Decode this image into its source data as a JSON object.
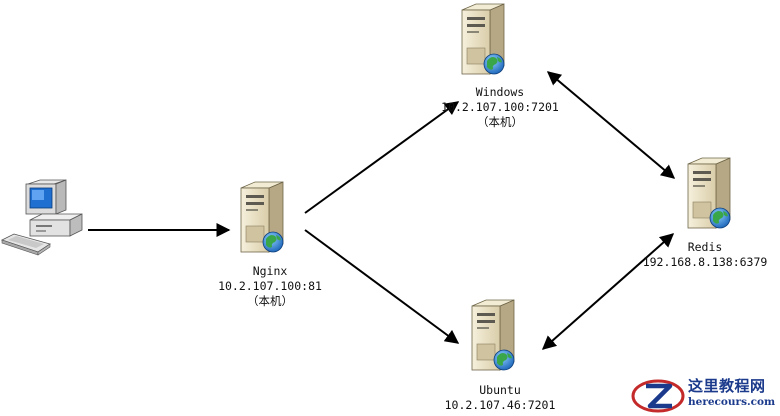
{
  "nodes": {
    "windows": {
      "name": "Windows",
      "address": "10.2.107.100:7201",
      "note": "（本机）"
    },
    "nginx": {
      "name": "Nginx",
      "address": "10.2.107.100:81",
      "note": "（本机）"
    },
    "ubuntu": {
      "name": "Ubuntu",
      "address": "10.2.107.46:7201"
    },
    "redis": {
      "name": "Redis",
      "address": "192.168.8.138:6379"
    }
  },
  "watermark": {
    "title": "这里教程网",
    "url": "herecours.com"
  },
  "icons": {
    "client": "desktop-computer-icon",
    "server": "server-tower-icon",
    "globe": "globe-icon"
  },
  "colors": {
    "arrow": "#000000",
    "server_body": "#e9e0c6",
    "server_side": "#b9ab86",
    "globe": "#2f7fd6"
  }
}
